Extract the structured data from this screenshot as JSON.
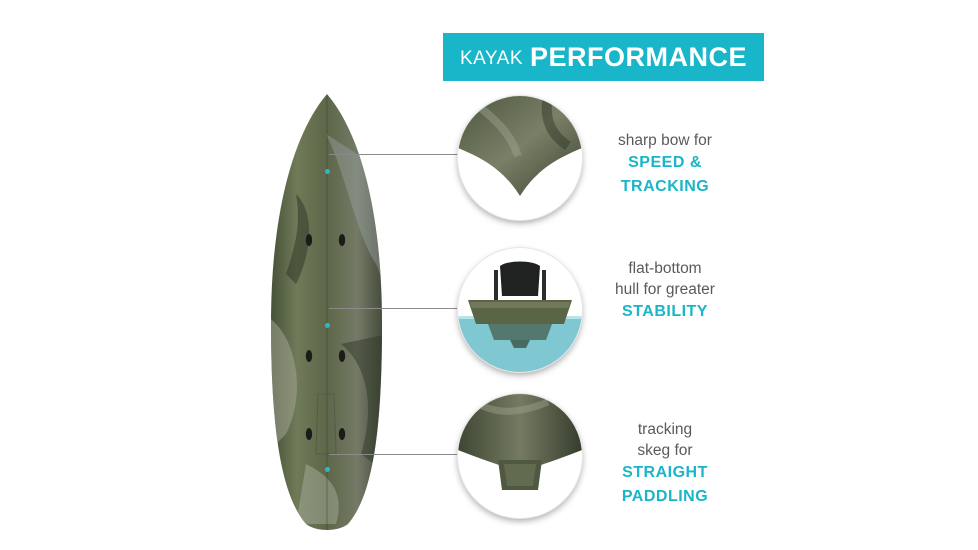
{
  "banner": {
    "prefix": "KAYAK",
    "title": "PERFORMANCE",
    "color": "#19b5c8"
  },
  "features": [
    {
      "description": "sharp bow for",
      "highlight_line1": "SPEED &",
      "highlight_line2": "TRACKING"
    },
    {
      "description_line1": "flat-bottom",
      "description_line2": "hull for greater",
      "highlight_line1": "STABILITY"
    },
    {
      "description_line1": "tracking",
      "description_line2": "skeg for",
      "highlight_line1": "STRAIGHT",
      "highlight_line2": "PADDLING"
    }
  ],
  "colors": {
    "accent": "#19b5c8",
    "hull_camo": "#5f6a4c",
    "water": "#7fc8d2"
  }
}
